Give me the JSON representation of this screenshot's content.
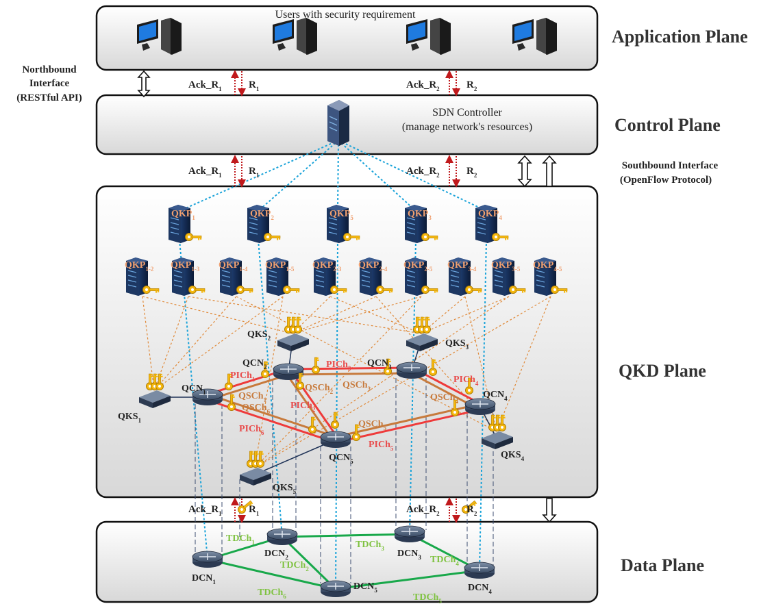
{
  "planes": {
    "application": "Application Plane",
    "control": "Control Plane",
    "qkd": "QKD Plane",
    "data": "Data Plane"
  },
  "app_caption": "Users with security requirement",
  "controller": {
    "name": "SDN Controller",
    "desc": "(manage network's resources)"
  },
  "northbound": [
    "Northbound",
    "Interface",
    "(RESTful API)"
  ],
  "southbound": [
    "Southbound Interface",
    "(OpenFlow Protocol)"
  ],
  "requests": [
    {
      "ack": "Ack_R",
      "idx": "1",
      "req": "R"
    },
    {
      "ack": "Ack_R",
      "idx": "2",
      "req": "R"
    }
  ],
  "qkp_top": [
    {
      "base": "QKP",
      "sub": "1"
    },
    {
      "base": "QKP",
      "sub": "2"
    },
    {
      "base": "QKP",
      "sub": "5"
    },
    {
      "base": "QKP",
      "sub": "3"
    },
    {
      "base": "QKP",
      "sub": "4"
    }
  ],
  "qkp_pairs": [
    {
      "base": "QKP",
      "sub": "1-2"
    },
    {
      "base": "QKP",
      "sub": "1-3"
    },
    {
      "base": "QKP",
      "sub": "1-4"
    },
    {
      "base": "QKP",
      "sub": "1-5"
    },
    {
      "base": "QKP",
      "sub": "2-3"
    },
    {
      "base": "QKP",
      "sub": "2-4"
    },
    {
      "base": "QKP",
      "sub": "2-5"
    },
    {
      "base": "QKP",
      "sub": "3-4"
    },
    {
      "base": "QKP",
      "sub": "3-5"
    },
    {
      "base": "QKP",
      "sub": "4-5"
    }
  ],
  "qcn": [
    {
      "base": "QCN",
      "sub": "1"
    },
    {
      "base": "QCN",
      "sub": "2"
    },
    {
      "base": "QCN",
      "sub": "3"
    },
    {
      "base": "QCN",
      "sub": "4"
    },
    {
      "base": "QCN",
      "sub": "5"
    }
  ],
  "qks": [
    {
      "base": "QKS",
      "sub": "1"
    },
    {
      "base": "QKS",
      "sub": "2"
    },
    {
      "base": "QKS",
      "sub": "3"
    },
    {
      "base": "QKS",
      "sub": "4"
    },
    {
      "base": "QKS",
      "sub": "5"
    }
  ],
  "dcn": [
    {
      "base": "DCN",
      "sub": "1"
    },
    {
      "base": "DCN",
      "sub": "2"
    },
    {
      "base": "DCN",
      "sub": "3"
    },
    {
      "base": "DCN",
      "sub": "4"
    },
    {
      "base": "DCN",
      "sub": "5"
    }
  ],
  "pich": [
    {
      "base": "PICh",
      "sub": "1"
    },
    {
      "base": "PICh",
      "sub": "2"
    },
    {
      "base": "PICh",
      "sub": "3"
    },
    {
      "base": "PICh",
      "sub": "4"
    },
    {
      "base": "PICh",
      "sub": "5"
    },
    {
      "base": "PICh",
      "sub": "6"
    }
  ],
  "qsch": [
    {
      "base": "QSCh",
      "sub": "1"
    },
    {
      "base": "QSCh",
      "sub": "2"
    },
    {
      "base": "QSCh",
      "sub": "3"
    },
    {
      "base": "QSCh",
      "sub": "4"
    },
    {
      "base": "QSCh",
      "sub": "5"
    },
    {
      "base": "QSCh",
      "sub": "6"
    }
  ],
  "tdch": [
    {
      "base": "TDCh",
      "sub": "1"
    },
    {
      "base": "TDCh",
      "sub": "2"
    },
    {
      "base": "TDCh",
      "sub": "3"
    },
    {
      "base": "TDCh",
      "sub": "4"
    },
    {
      "base": "TDCh",
      "sub": "5"
    },
    {
      "base": "TDCh",
      "sub": "6"
    }
  ],
  "colors": {
    "pich_red": "#ee3b3b",
    "qsch_brown": "#c77a3c",
    "tdch_green": "#18a84a",
    "tdch_label": "#7fc241",
    "pich_label": "#e84c4c",
    "qsch_label": "#c77a3c",
    "qkp_label": "#f0a070",
    "key_gold": "#f5b80f",
    "dotted_blue": "#1aa3d9",
    "dotted_orange": "#e08a3a",
    "arrow_red": "#c0191c",
    "server_navy": "#14284e"
  }
}
